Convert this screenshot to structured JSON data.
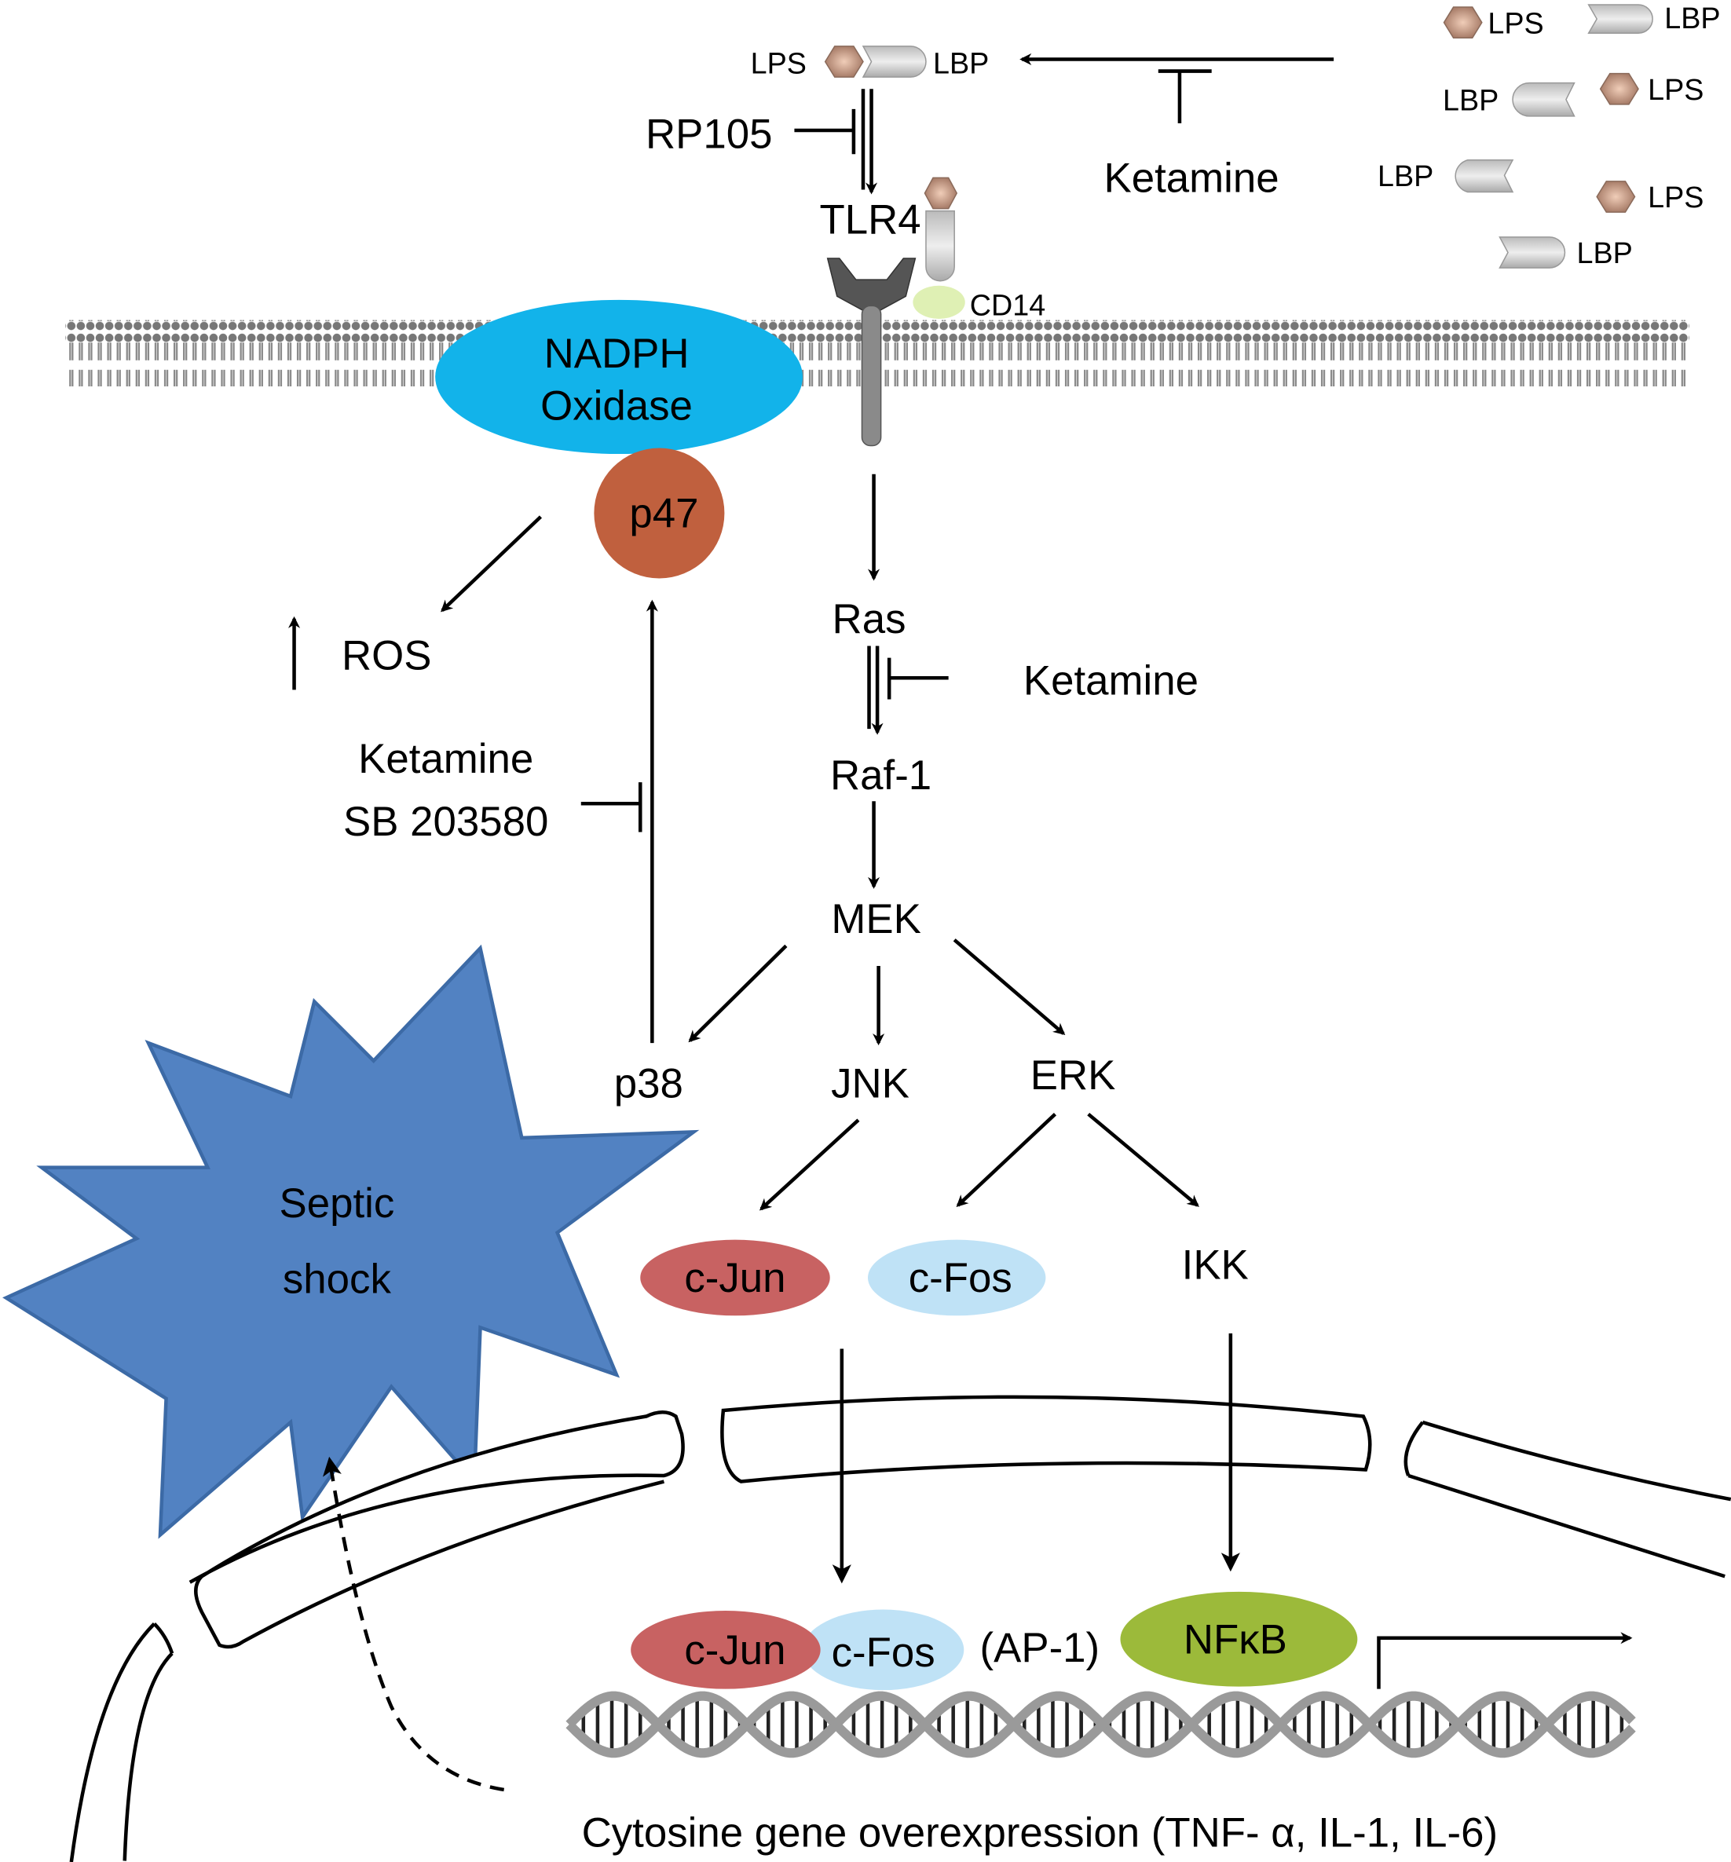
{
  "labels": {
    "lps": "LPS",
    "lbp": "LBP",
    "rp105": "RP105",
    "tlr4": "TLR4",
    "cd14": "CD14",
    "ketamine": "Ketamine",
    "nadph_line1": "NADPH",
    "nadph_line2": "Oxidase",
    "p47": "p47",
    "ros": "ROS",
    "ras": "Ras",
    "raf1": "Raf-1",
    "mek": "MEK",
    "sb": "SB 203580",
    "p38": "p38",
    "jnk": "JNK",
    "erk": "ERK",
    "septic_line1": "Septic",
    "septic_line2": "shock",
    "cjun": "c-Jun",
    "cfos": "c-Fos",
    "ikk": "IKK",
    "ap1": "(AP-1)",
    "nfkb": "NFκB",
    "caption": "Cytosine gene overexpression (TNF- α, IL-1, IL-6)"
  },
  "colors": {
    "nadph": "#12b3ea",
    "p47": "#c0603e",
    "septic": "#5282c2",
    "cjun": "#c86262",
    "cfos": "#bfe2f6",
    "nfkb": "#9cba3a",
    "cd14": "#dff0b4",
    "lps": "#c9a08c",
    "lbp": "#d4d4d4"
  }
}
